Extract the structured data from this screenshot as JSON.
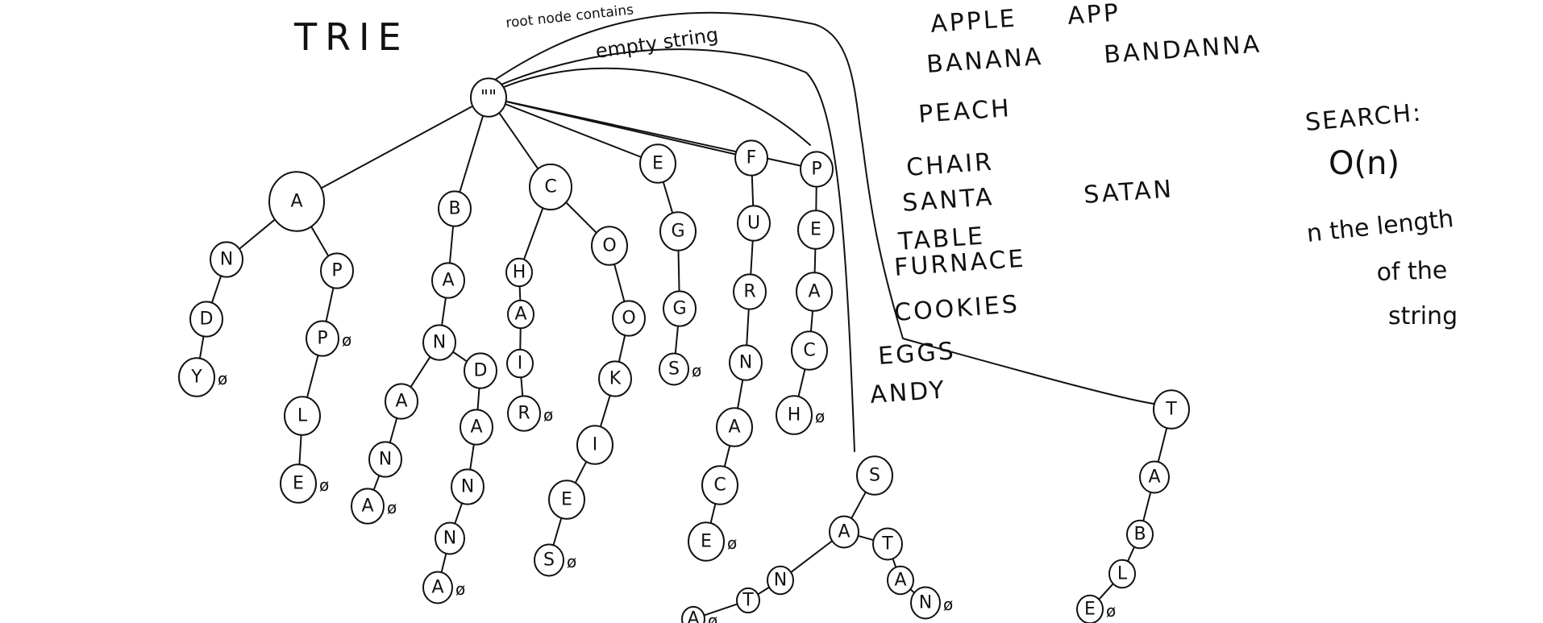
{
  "title": "TRIE",
  "root_note_line1": "root node contains",
  "root_note_line2": "empty string",
  "root_label": "\"\"",
  "terminal_marker": "ø",
  "words": [
    "APPLE",
    "APP",
    "BANANA",
    "BANDANNA",
    "PEACH",
    "CHAIR",
    "SANTA",
    "SATAN",
    "TABLE",
    "FURNACE",
    "COOKIES",
    "EGGS",
    "ANDY"
  ],
  "search": {
    "heading": "SEARCH:",
    "complexity": "O(n)",
    "explanation_lines": [
      "n the length",
      "of the",
      "string"
    ]
  },
  "trie_nodes": [
    {
      "id": "root",
      "letter": "\"\"",
      "parent": null
    },
    {
      "id": "A",
      "letter": "A",
      "parent": "root"
    },
    {
      "id": "AN",
      "letter": "N",
      "parent": "A"
    },
    {
      "id": "AND",
      "letter": "D",
      "parent": "AN"
    },
    {
      "id": "ANDY",
      "letter": "Y",
      "parent": "AND",
      "terminal": true
    },
    {
      "id": "AP",
      "letter": "P",
      "parent": "A"
    },
    {
      "id": "APP",
      "letter": "P",
      "parent": "AP",
      "terminal": true
    },
    {
      "id": "APPL",
      "letter": "L",
      "parent": "APP"
    },
    {
      "id": "APPLE",
      "letter": "E",
      "parent": "APPL",
      "terminal": true
    },
    {
      "id": "B",
      "letter": "B",
      "parent": "root"
    },
    {
      "id": "BA",
      "letter": "A",
      "parent": "B"
    },
    {
      "id": "BAN",
      "letter": "N",
      "parent": "BA"
    },
    {
      "id": "BANA",
      "letter": "A",
      "parent": "BAN"
    },
    {
      "id": "BANAN",
      "letter": "N",
      "parent": "BANA"
    },
    {
      "id": "BANANA",
      "letter": "A",
      "parent": "BANAN",
      "terminal": true
    },
    {
      "id": "BAND",
      "letter": "D",
      "parent": "BAN"
    },
    {
      "id": "BANDA",
      "letter": "A",
      "parent": "BAND"
    },
    {
      "id": "BANDAN",
      "letter": "N",
      "parent": "BANDA"
    },
    {
      "id": "BANDANN",
      "letter": "N",
      "parent": "BANDAN"
    },
    {
      "id": "BANDANNA",
      "letter": "A",
      "parent": "BANDANN",
      "terminal": true
    },
    {
      "id": "C",
      "letter": "C",
      "parent": "root"
    },
    {
      "id": "CH",
      "letter": "H",
      "parent": "C"
    },
    {
      "id": "CHA",
      "letter": "A",
      "parent": "CH"
    },
    {
      "id": "CHAI",
      "letter": "I",
      "parent": "CHA"
    },
    {
      "id": "CHAIR",
      "letter": "R",
      "parent": "CHAI",
      "terminal": true
    },
    {
      "id": "CO",
      "letter": "O",
      "parent": "C"
    },
    {
      "id": "COO",
      "letter": "O",
      "parent": "CO"
    },
    {
      "id": "COOK",
      "letter": "K",
      "parent": "COO"
    },
    {
      "id": "COOKI",
      "letter": "I",
      "parent": "COOK"
    },
    {
      "id": "COOKIE",
      "letter": "E",
      "parent": "COOKI"
    },
    {
      "id": "COOKIES",
      "letter": "S",
      "parent": "COOKIE",
      "terminal": true
    },
    {
      "id": "E",
      "letter": "E",
      "parent": "root"
    },
    {
      "id": "EG",
      "letter": "G",
      "parent": "E"
    },
    {
      "id": "EGG",
      "letter": "G",
      "parent": "EG"
    },
    {
      "id": "EGGS",
      "letter": "S",
      "parent": "EGG",
      "terminal": true
    },
    {
      "id": "F",
      "letter": "F",
      "parent": "root"
    },
    {
      "id": "FU",
      "letter": "U",
      "parent": "F"
    },
    {
      "id": "FUR",
      "letter": "R",
      "parent": "FU"
    },
    {
      "id": "FURN",
      "letter": "N",
      "parent": "FUR"
    },
    {
      "id": "FURNA",
      "letter": "A",
      "parent": "FURN"
    },
    {
      "id": "FURNAC",
      "letter": "C",
      "parent": "FURNA"
    },
    {
      "id": "FURNACE",
      "letter": "E",
      "parent": "FURNAC",
      "terminal": true
    },
    {
      "id": "P",
      "letter": "P",
      "parent": "root"
    },
    {
      "id": "PE",
      "letter": "E",
      "parent": "P"
    },
    {
      "id": "PEA",
      "letter": "A",
      "parent": "PE"
    },
    {
      "id": "PEAC",
      "letter": "C",
      "parent": "PEA"
    },
    {
      "id": "PEACH",
      "letter": "H",
      "parent": "PEAC",
      "terminal": true
    },
    {
      "id": "S",
      "letter": "S",
      "parent": "root"
    },
    {
      "id": "SA",
      "letter": "A",
      "parent": "S"
    },
    {
      "id": "SAT",
      "letter": "T",
      "parent": "SA"
    },
    {
      "id": "SATA",
      "letter": "A",
      "parent": "SAT"
    },
    {
      "id": "SATAN",
      "letter": "N",
      "parent": "SATA",
      "terminal": true
    },
    {
      "id": "SAN",
      "letter": "N",
      "parent": "SA"
    },
    {
      "id": "SANT",
      "letter": "T",
      "parent": "SAN"
    },
    {
      "id": "SANTA",
      "letter": "A",
      "parent": "SANT",
      "terminal": true
    },
    {
      "id": "T",
      "letter": "T",
      "parent": "root"
    },
    {
      "id": "TA",
      "letter": "A",
      "parent": "T"
    },
    {
      "id": "TAB",
      "letter": "B",
      "parent": "TA"
    },
    {
      "id": "TABL",
      "letter": "L",
      "parent": "TAB"
    },
    {
      "id": "TABLE",
      "letter": "E",
      "parent": "TABL",
      "terminal": true
    }
  ]
}
